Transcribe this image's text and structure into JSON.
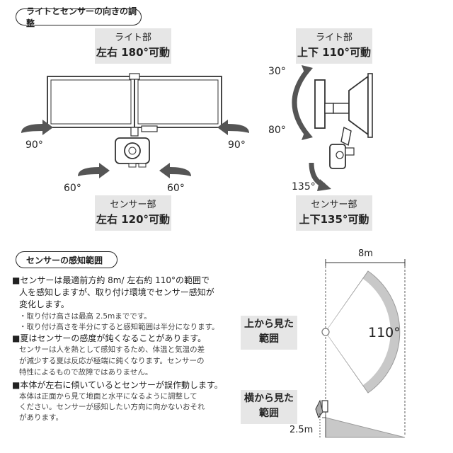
{
  "header1": {
    "title": "ライトとセンサーの向きの調整"
  },
  "light_left": {
    "line1": "ライト部",
    "line2": "左右 180°可動"
  },
  "light_right": {
    "line1": "ライト部",
    "line2": "上下 110°可動"
  },
  "sensor_left": {
    "line1": "センサー部",
    "line2": "左右 120°可動"
  },
  "sensor_right": {
    "line1": "センサー部",
    "line2": "上下135°可動"
  },
  "angles": {
    "left_outer": "90°",
    "right_outer": "90°",
    "left_inner": "60°",
    "right_inner": "60°",
    "up": "30°",
    "down": "80°",
    "sensor_down": "135°"
  },
  "header2": {
    "title": "センサーの感知範囲"
  },
  "range": {
    "p1_lines": [
      "■センサーは最適前方約 8m/ 左右約 110°の範囲で",
      "人を感知しますが、取り付け環境でセンサー感知が",
      "変化します。"
    ],
    "p1_notes": [
      "・取り付け高さは最高 2.5mまでです。",
      "・取り付け高さを半分にすると感知範囲は半分になります。"
    ],
    "p2_title": "■夏はセンサーの感度が鈍くなることがあります。",
    "p2_lines": [
      "センサーは人を熱として感知するため、体温と気温の差",
      "が減少する夏は反応が極端に鈍くなります。センサーの",
      "特性によるもので故障ではありません。"
    ],
    "p3_title": "■本体が左右に傾いているとセンサーが誤作動します。",
    "p3_lines": [
      "本体は正面から見て地面と水平になるように調整して",
      "ください。センサーが感知したい方向に向かないおそれ",
      "があります。"
    ]
  },
  "diagram": {
    "distance": "8m",
    "angle": "110°",
    "top_view": [
      "上から見た",
      "範囲"
    ],
    "side_view": [
      "横から見た",
      "範囲"
    ],
    "height": "2.5m"
  },
  "colors": {
    "range_fill": "#c8c8c8",
    "arrow_fill": "#555555"
  }
}
